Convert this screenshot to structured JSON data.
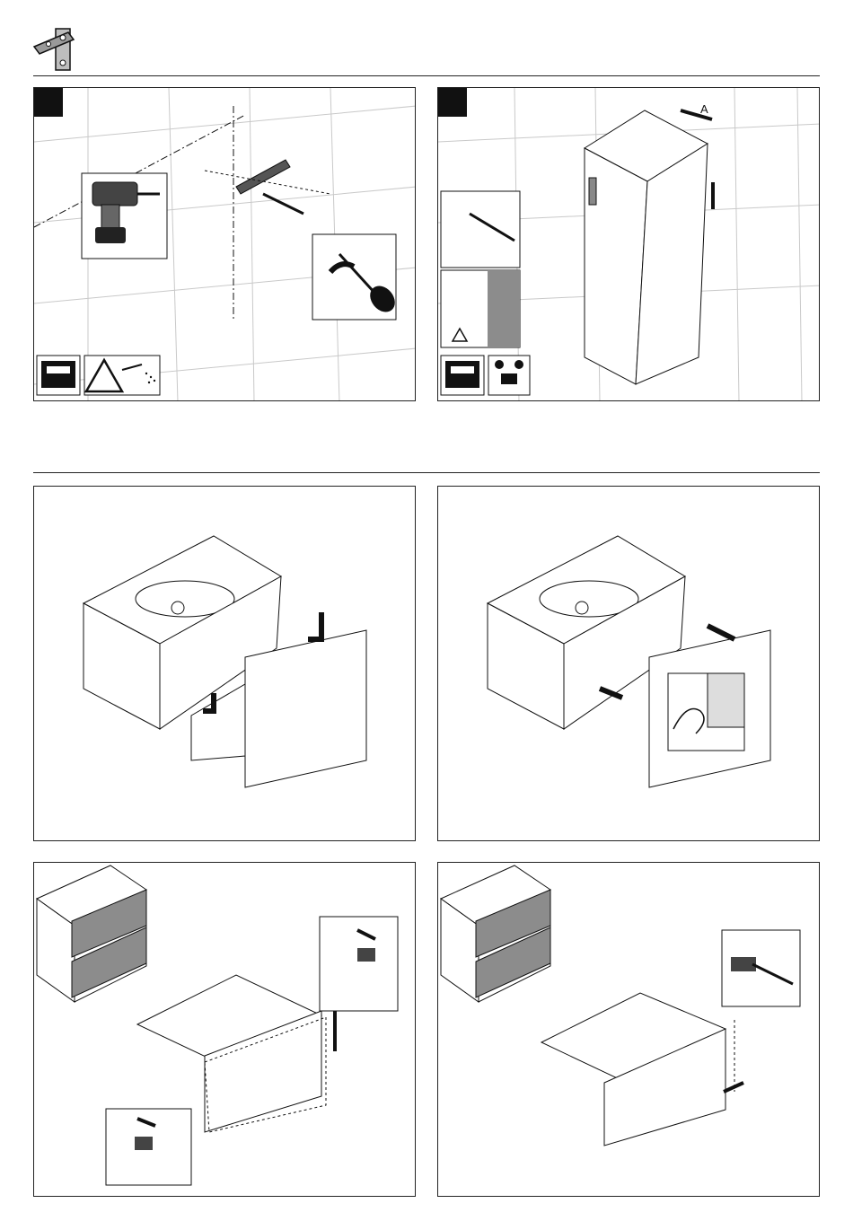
{
  "header": {
    "icon": "wall-bracket-icon"
  },
  "panels": [
    {
      "id": "p1",
      "icons": [
        "drill-icon",
        "cabinet-icon",
        "warning-dust-icon"
      ]
    },
    {
      "id": "p2",
      "icons": [
        "cabinet-icon",
        "two-person-icon",
        "warning-icon"
      ],
      "dimension_label": "A"
    },
    {
      "id": "p3",
      "icons": [
        "vanity-icon",
        "drawer-icon"
      ]
    },
    {
      "id": "p4",
      "icons": [
        "vanity-icon",
        "hand-icon"
      ]
    },
    {
      "id": "p5",
      "icons": [
        "cabinet-icon",
        "adjust-icon"
      ]
    },
    {
      "id": "p6",
      "icons": [
        "cabinet-icon",
        "adjust-icon"
      ]
    }
  ],
  "colors": {
    "ink": "#111111",
    "grid": "#c9c9c9",
    "front": "#8c8c8c"
  }
}
